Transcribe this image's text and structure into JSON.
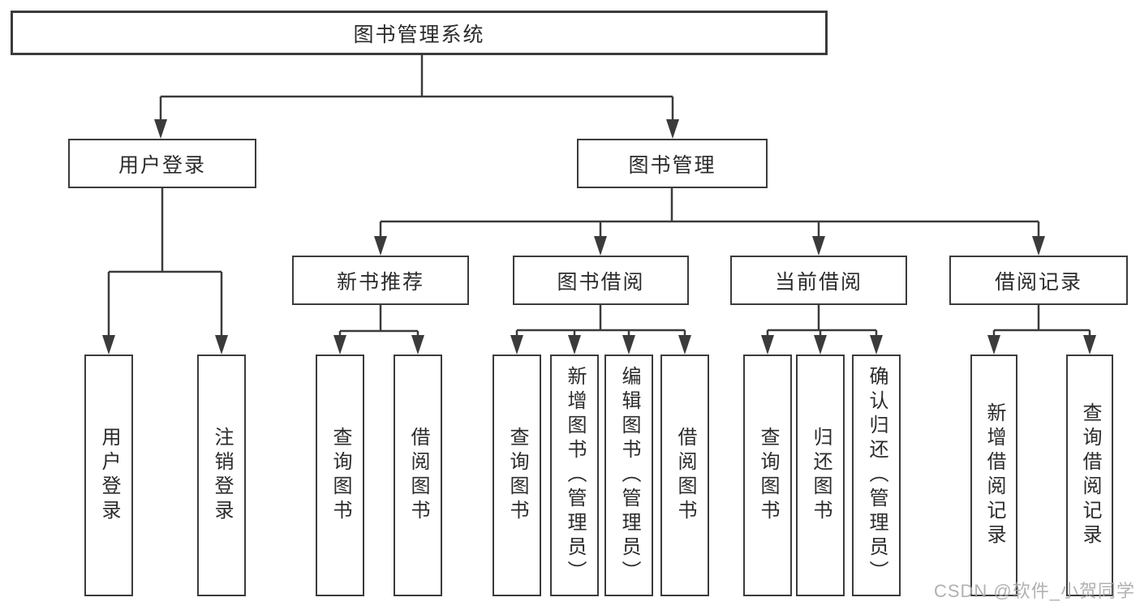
{
  "tree": {
    "root": {
      "label": "图书管理系统",
      "children": [
        {
          "label": "用户登录",
          "children": [
            {
              "label": "用户登录"
            },
            {
              "label": "注销登录"
            }
          ]
        },
        {
          "label": "图书管理",
          "children": [
            {
              "label": "新书推荐",
              "children": [
                {
                  "label": "查询图书"
                },
                {
                  "label": "借阅图书"
                }
              ]
            },
            {
              "label": "图书借阅",
              "children": [
                {
                  "label": "查询图书"
                },
                {
                  "label": "新增图书（管理员）"
                },
                {
                  "label": "编辑图书（管理员）"
                },
                {
                  "label": "借阅图书"
                }
              ]
            },
            {
              "label": "当前借阅",
              "children": [
                {
                  "label": "查询图书"
                },
                {
                  "label": "归还图书"
                },
                {
                  "label": "确认归还（管理员）"
                }
              ]
            },
            {
              "label": "借阅记录",
              "children": [
                {
                  "label": "新增借阅记录"
                },
                {
                  "label": "查询借阅记录"
                }
              ]
            }
          ]
        }
      ]
    }
  },
  "watermark": {
    "text": "CSDN @软件_小贺同学"
  },
  "colors": {
    "line": "#3b3b3b",
    "text": "#2b2b2b",
    "background": "#ffffff",
    "watermark": "#a8a8a8"
  }
}
